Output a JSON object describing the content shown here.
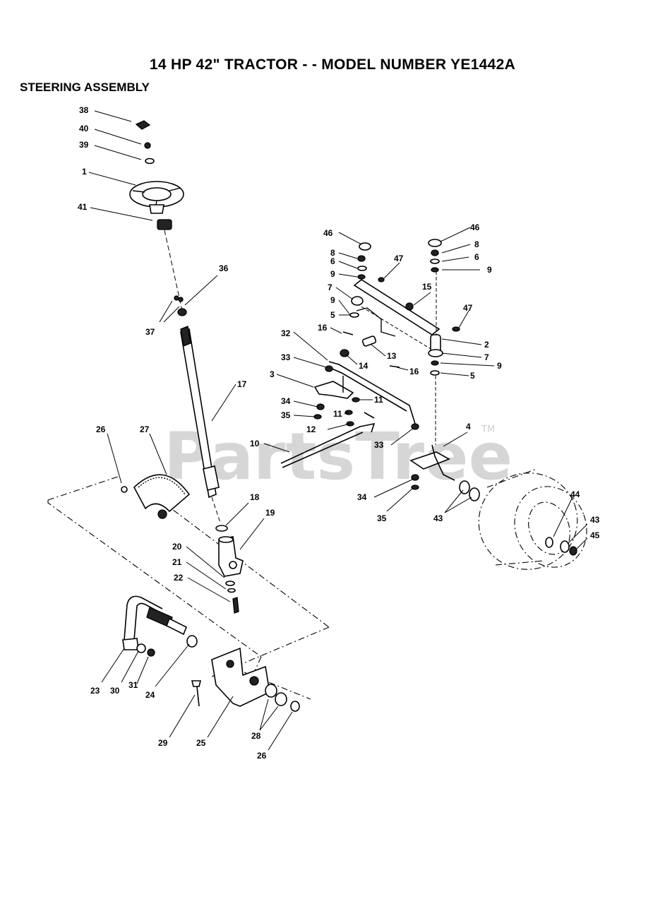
{
  "header": {
    "title": "14 HP 42\" TRACTOR - - MODEL NUMBER YE1442A",
    "subtitle": "STEERING ASSEMBLY"
  },
  "watermark": {
    "text": "PartsTree",
    "tm": "TM"
  },
  "callouts": [
    "38",
    "40",
    "39",
    "1",
    "41",
    "36",
    "37",
    "17",
    "26",
    "27",
    "18",
    "19",
    "20",
    "21",
    "22",
    "23",
    "30",
    "31",
    "24",
    "29",
    "25",
    "28",
    "26",
    "46",
    "8",
    "6",
    "9",
    "7",
    "9",
    "5",
    "16",
    "32",
    "33",
    "3",
    "34",
    "35",
    "11",
    "11",
    "12",
    "10",
    "47",
    "15",
    "14",
    "13",
    "16",
    "46",
    "8",
    "6",
    "9",
    "47",
    "2",
    "7",
    "9",
    "5",
    "4",
    "33",
    "34",
    "35",
    "43",
    "44",
    "43",
    "45"
  ]
}
